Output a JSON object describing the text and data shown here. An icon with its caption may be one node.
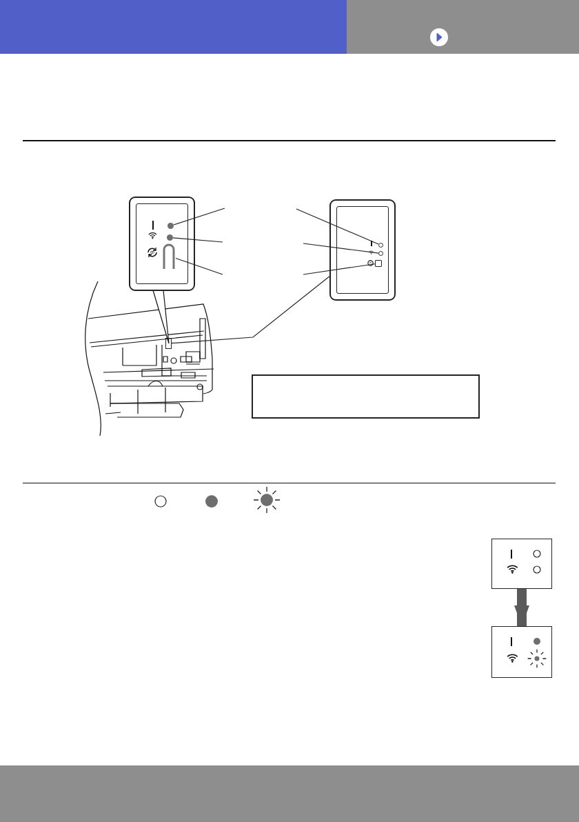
{
  "diagram": {
    "nodes": [
      {
        "text": [],
        "shape": "box"
      },
      {
        "text": [],
        "shape": "circle",
        "in": 0
      },
      {
        "text": [],
        "shape": "circle",
        "in": 0
      },
      {
        "text": [],
        "shape": "arch",
        "in": 0
      },
      {
        "text": [],
        "shape": "box"
      },
      {
        "text": [],
        "shape": "circle",
        "in": 4
      },
      {
        "text": [],
        "shape": "circle",
        "in": 4
      },
      {
        "text": [],
        "shape": "box",
        "in": 4
      },
      {
        "text": [],
        "shape": "box"
      },
      {
        "text": [],
        "shape": "box"
      },
      {
        "text": [],
        "shape": "box"
      },
      {
        "text": [],
        "shape": "box"
      }
    ],
    "edges": [
      {
        "from": null,
        "to": 1,
        "arrow": "none"
      },
      {
        "from": null,
        "to": 2,
        "arrow": "none"
      },
      {
        "from": null,
        "to": 3,
        "arrow": "none"
      },
      {
        "from": null,
        "to": 5,
        "arrow": "none"
      },
      {
        "from": null,
        "to": 6,
        "arrow": "none"
      },
      {
        "from": null,
        "to": 7,
        "arrow": "none"
      },
      {
        "from": 4,
        "to": 8,
        "arrow": "none"
      },
      {
        "from": 10,
        "to": 11,
        "arrow": "to",
        "style": "thick",
        "color": "#5a5a5a"
      }
    ]
  }
}
